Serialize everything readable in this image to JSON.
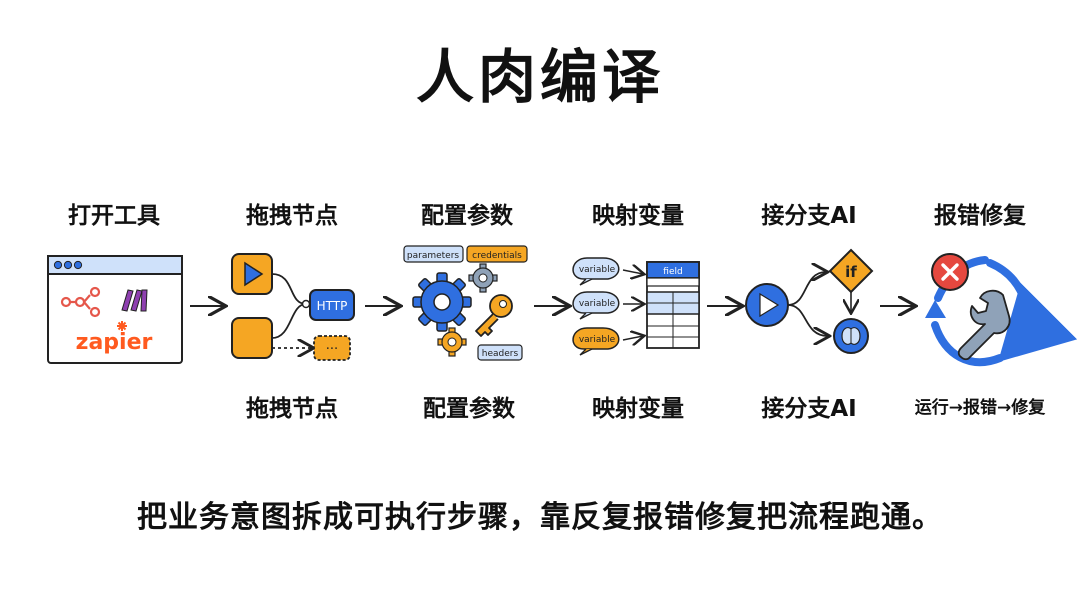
{
  "title": "人肉编译",
  "steps": [
    {
      "top_label": "打开工具",
      "bottom_label": ""
    },
    {
      "top_label": "拖拽节点",
      "bottom_label": "拖拽节点"
    },
    {
      "top_label": "配置参数",
      "bottom_label": "配置参数"
    },
    {
      "top_label": "映射变量",
      "bottom_label": "映射变量"
    },
    {
      "top_label": "接分支AI",
      "bottom_label": "接分支AI"
    },
    {
      "top_label": "报错修复",
      "bottom_label": "运行→报错→修复"
    }
  ],
  "tool_window": {
    "brand_text": "zapier"
  },
  "node_panel": {
    "http_label": "HTTP",
    "placeholder_label": "···"
  },
  "config_panel": {
    "tags": [
      "parameters",
      "credentials",
      "headers"
    ]
  },
  "mapping_panel": {
    "bubble_label": "variable",
    "table_header": "field"
  },
  "branch_panel": {
    "condition_label": "if"
  },
  "caption": "把业务意图拆成可执行步骤，靠反复报错修复把流程跑通。",
  "colors": {
    "orange": "#F5A623",
    "blue": "#2F6FE0",
    "light_blue": "#CFE1FA",
    "red": "#E5483F",
    "purple": "#8E3FB0",
    "zapier_orange": "#FF5A1F",
    "steel": "#8FA2B8"
  },
  "icons": [
    "window-icon",
    "flow-node-icon",
    "gear-icon",
    "key-icon",
    "chat-bubble-icon",
    "table-icon",
    "play-icon",
    "diamond-icon",
    "brain-icon",
    "error-icon",
    "wrench-icon",
    "cycle-arrow-icon",
    "arrow-right-icon"
  ]
}
